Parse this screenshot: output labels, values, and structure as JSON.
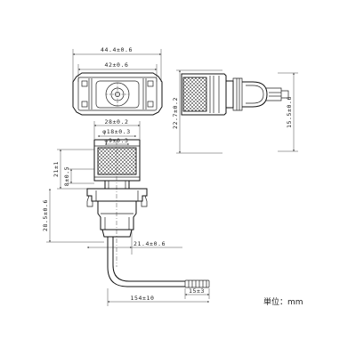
{
  "dimensions": {
    "top_width_outer": "44.4±0.6",
    "top_width_inner": "42±0.6",
    "side_height_outer": "22.7±0.2",
    "side_height_inner": "15.5±0.6",
    "front_width": "28±0.2",
    "bore_outer": "φ18±0.3",
    "bore_inner": "φ9±0.3",
    "height_21": "21±1",
    "height_8": "8±0.5",
    "height_28": "28.5±0.6",
    "length_21": "21.4±0.6",
    "lead_15": "15±3",
    "lead_154": "154±10"
  },
  "unit_label": "単位：mm"
}
